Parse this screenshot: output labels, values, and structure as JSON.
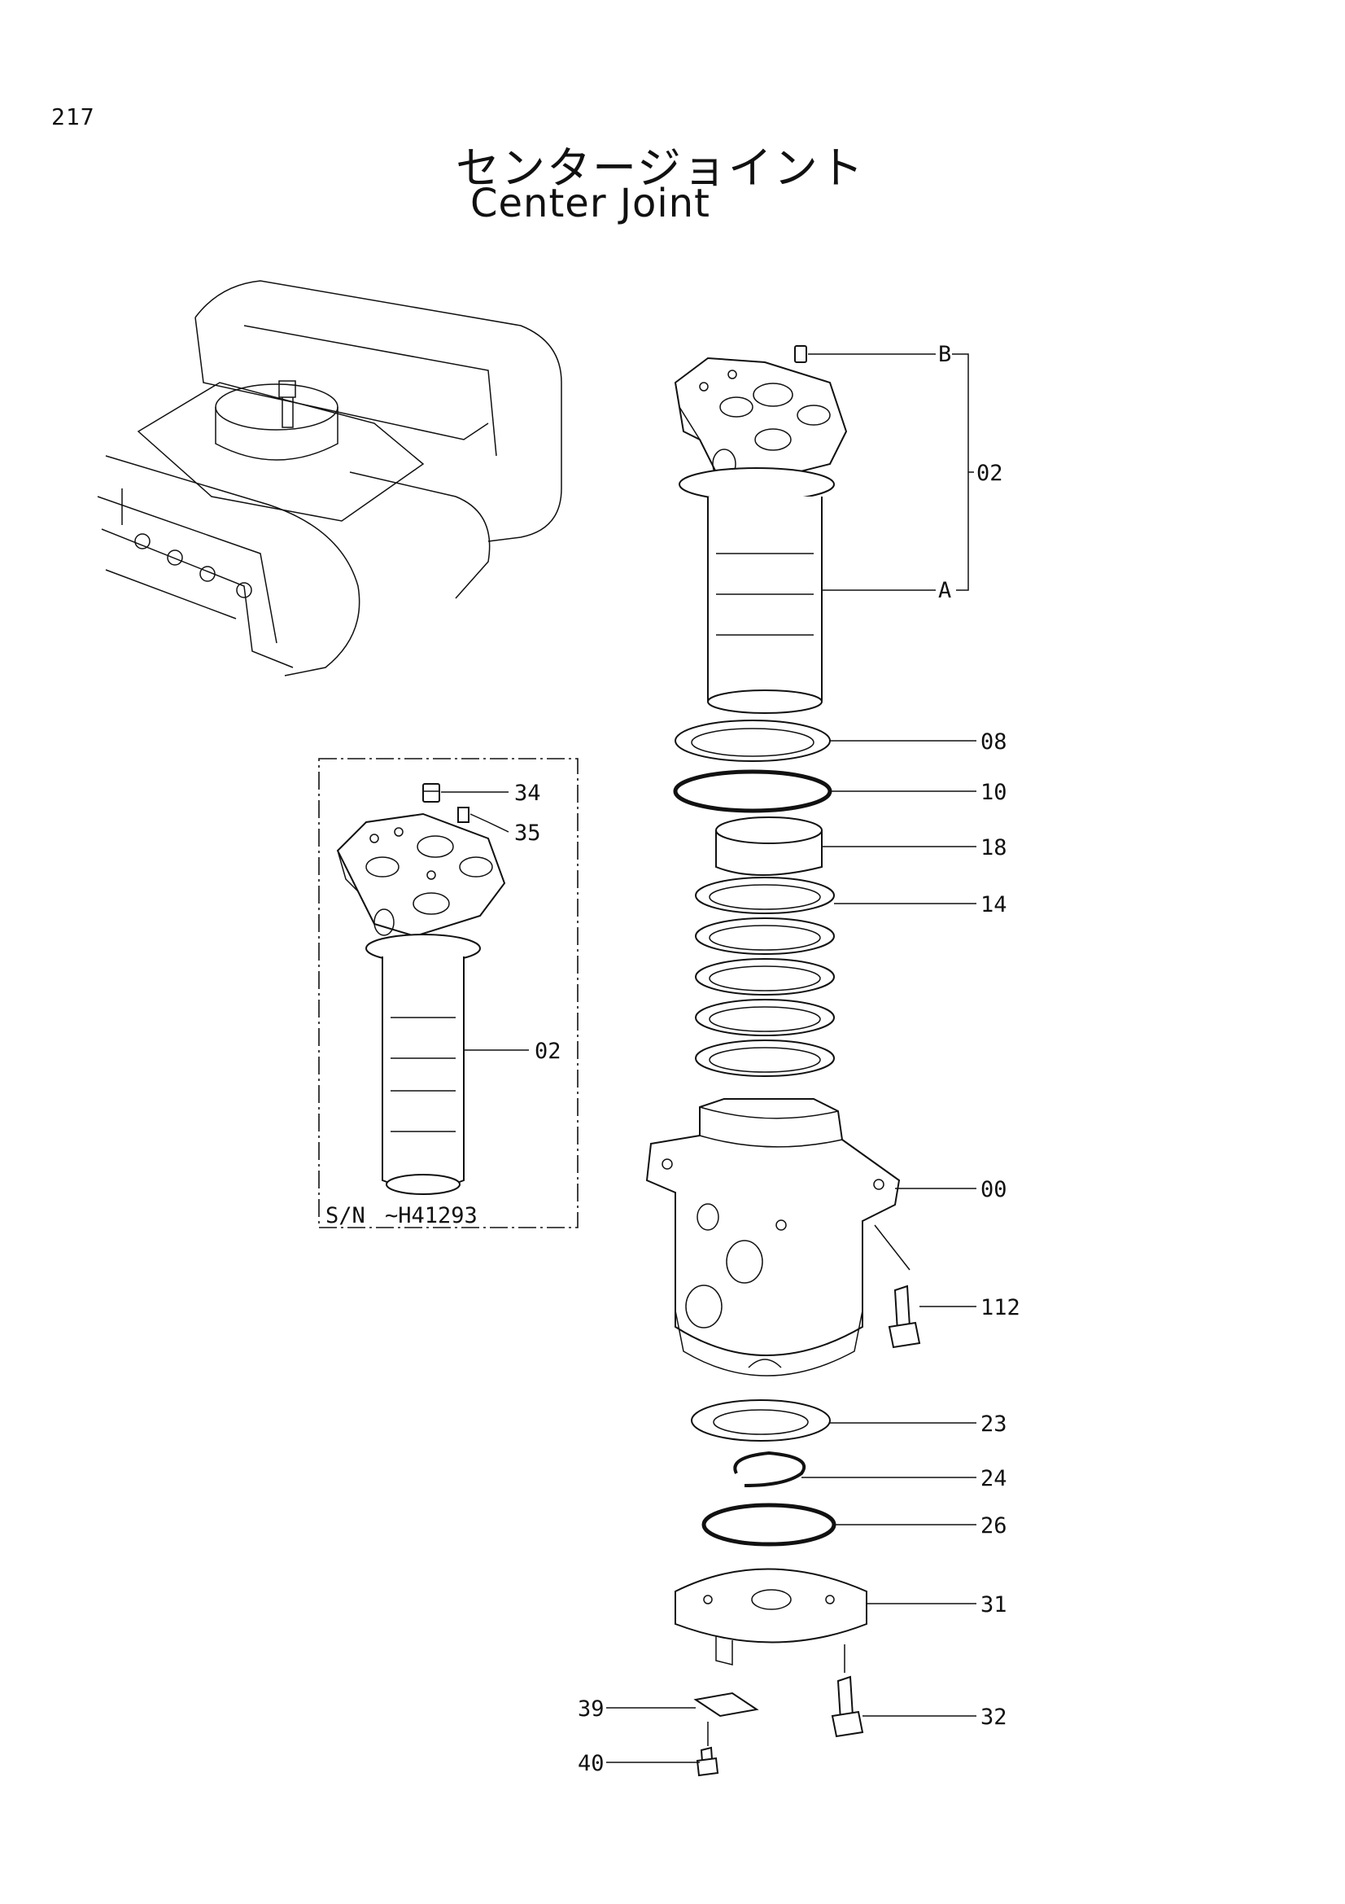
{
  "page": {
    "number": "217",
    "title_ja": "センタージョイント",
    "title_en": "Center Joint"
  },
  "inset": {
    "serial_prefix": "S/N",
    "serial_range": "~H41293",
    "callouts": [
      "34",
      "35",
      "02"
    ]
  },
  "callouts": {
    "B": "B",
    "A": "A",
    "assy_02": "02",
    "p08": "08",
    "p10": "10",
    "p18": "18",
    "p14": "14",
    "p00": "00",
    "p112": "112",
    "p23": "23",
    "p24": "24",
    "p26": "26",
    "p31": "31",
    "p32": "32",
    "p39": "39",
    "p40": "40"
  }
}
